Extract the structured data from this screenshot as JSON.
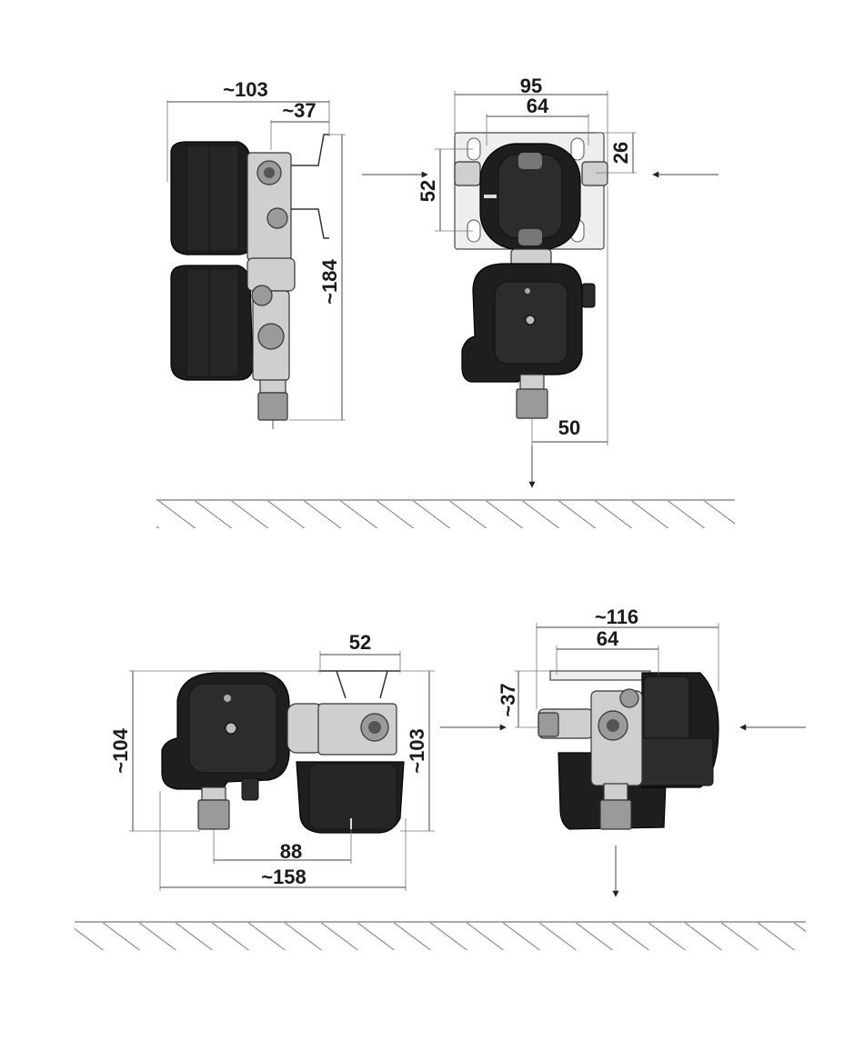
{
  "views": {
    "top_left": {
      "width": "~103",
      "depth": "~37",
      "height": "~184"
    },
    "top_right": {
      "width": "95",
      "hole_spacing": "64",
      "top_offset": "26",
      "mount_height": "52",
      "outlet_offset": "50"
    },
    "bottom_left": {
      "bracket": "52",
      "height_left": "~104",
      "height_right": "~103",
      "outlet_spacing": "88",
      "overall_width": "~158"
    },
    "bottom_right": {
      "width": "~116",
      "hole_spacing": "64",
      "depth": "~37"
    }
  }
}
